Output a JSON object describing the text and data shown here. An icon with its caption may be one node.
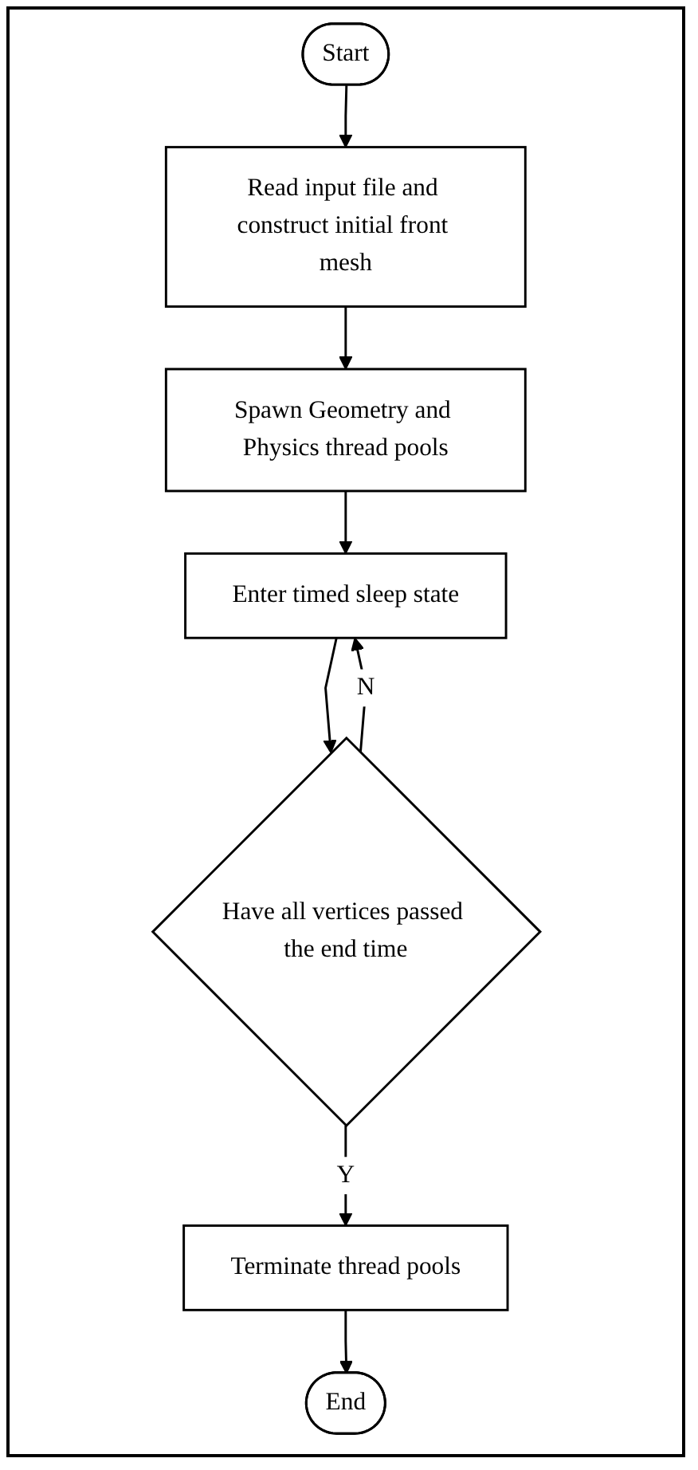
{
  "diagram": {
    "nodes": [
      {
        "text": [
          "Start"
        ]
      },
      {
        "text": [
          "Read input file and construct initial front mesh"
        ]
      },
      {
        "text": [
          "Spawn Geometry and Physics thread pools"
        ]
      },
      {
        "text": [
          "Enter timed sleep state"
        ]
      },
      {
        "text": [
          "Have all vertices passed the end time"
        ]
      },
      {
        "text": [
          "Terminate thread pools"
        ]
      },
      {
        "text": [
          "End"
        ]
      }
    ],
    "edges": [
      {
        "from": 0,
        "to": 1,
        "arrow": "to"
      },
      {
        "from": 1,
        "to": 2,
        "arrow": "to"
      },
      {
        "from": 2,
        "to": 3,
        "arrow": "to"
      },
      {
        "from": 3,
        "to": 4,
        "arrow": "to"
      },
      {
        "from": 4,
        "to": 3,
        "arrow": "to",
        "label": "N"
      },
      {
        "from": 4,
        "to": 5,
        "arrow": "to",
        "label": "Y"
      },
      {
        "from": 5,
        "to": 6,
        "arrow": "to"
      }
    ]
  }
}
